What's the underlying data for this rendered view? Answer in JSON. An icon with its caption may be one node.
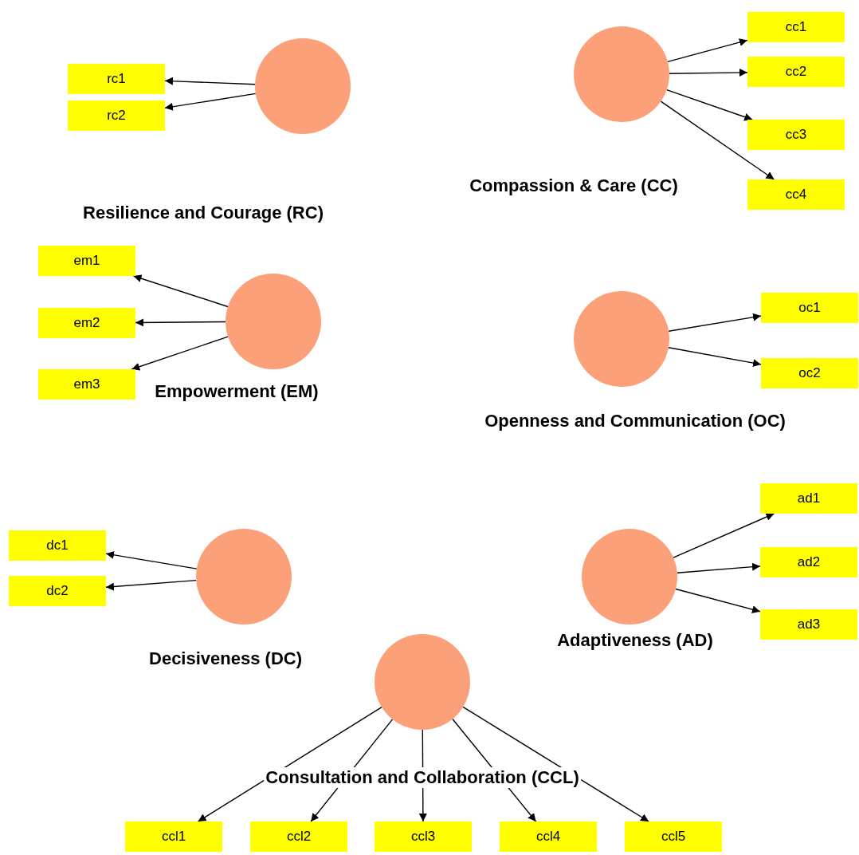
{
  "diagram": {
    "nodes": [
      {
        "text": [
          "Resilience and Courage (RC)"
        ]
      },
      {
        "text": [
          "rc1"
        ]
      },
      {
        "text": [
          "rc2"
        ]
      },
      {
        "text": [
          "Compassion & Care (CC)"
        ]
      },
      {
        "text": [
          "cc1"
        ]
      },
      {
        "text": [
          "cc2"
        ]
      },
      {
        "text": [
          "cc3"
        ]
      },
      {
        "text": [
          "cc4"
        ]
      },
      {
        "text": [
          "Empowerment (EM)"
        ]
      },
      {
        "text": [
          "em1"
        ]
      },
      {
        "text": [
          "em2"
        ]
      },
      {
        "text": [
          "em3"
        ]
      },
      {
        "text": [
          "Openness and Communication (OC)"
        ]
      },
      {
        "text": [
          "oc1"
        ]
      },
      {
        "text": [
          "oc2"
        ]
      },
      {
        "text": [
          "Decisiveness (DC)"
        ]
      },
      {
        "text": [
          "dc1"
        ]
      },
      {
        "text": [
          "dc2"
        ]
      },
      {
        "text": [
          "Adaptiveness (AD)"
        ]
      },
      {
        "text": [
          "ad1"
        ]
      },
      {
        "text": [
          "ad2"
        ]
      },
      {
        "text": [
          "ad3"
        ]
      },
      {
        "text": [
          "Consultation and Collaboration (CCL)"
        ]
      },
      {
        "text": [
          "ccl1"
        ]
      },
      {
        "text": [
          "ccl2"
        ]
      },
      {
        "text": [
          "ccl3"
        ]
      },
      {
        "text": [
          "ccl4"
        ]
      },
      {
        "text": [
          "ccl5"
        ]
      }
    ],
    "edges": [
      {
        "from": 0,
        "to": 1,
        "arrow": "to"
      },
      {
        "from": 0,
        "to": 2,
        "arrow": "to"
      },
      {
        "from": 3,
        "to": 4,
        "arrow": "to"
      },
      {
        "from": 3,
        "to": 5,
        "arrow": "to"
      },
      {
        "from": 3,
        "to": 6,
        "arrow": "to"
      },
      {
        "from": 3,
        "to": 7,
        "arrow": "to"
      },
      {
        "from": 8,
        "to": 9,
        "arrow": "to"
      },
      {
        "from": 8,
        "to": 10,
        "arrow": "to"
      },
      {
        "from": 8,
        "to": 11,
        "arrow": "to"
      },
      {
        "from": 12,
        "to": 13,
        "arrow": "to"
      },
      {
        "from": 12,
        "to": 14,
        "arrow": "to"
      },
      {
        "from": 15,
        "to": 16,
        "arrow": "to"
      },
      {
        "from": 15,
        "to": 17,
        "arrow": "to"
      },
      {
        "from": 18,
        "to": 19,
        "arrow": "to"
      },
      {
        "from": 18,
        "to": 20,
        "arrow": "to"
      },
      {
        "from": 18,
        "to": 21,
        "arrow": "to"
      },
      {
        "from": 22,
        "to": 23,
        "arrow": "to"
      },
      {
        "from": 22,
        "to": 24,
        "arrow": "to"
      },
      {
        "from": 22,
        "to": 25,
        "arrow": "to"
      },
      {
        "from": 22,
        "to": 26,
        "arrow": "to"
      },
      {
        "from": 22,
        "to": 27,
        "arrow": "to"
      }
    ]
  }
}
